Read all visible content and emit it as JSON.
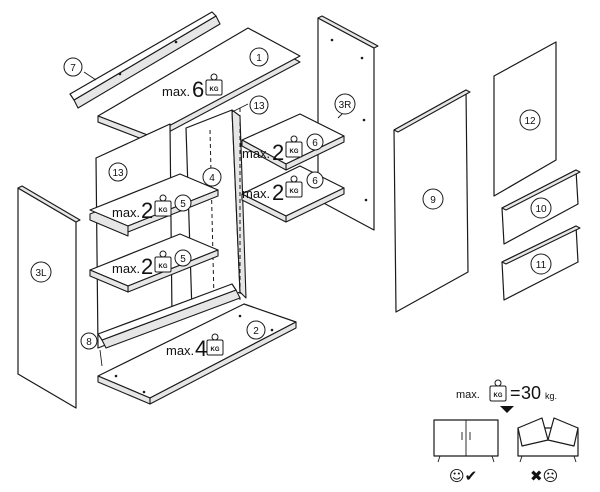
{
  "parts": {
    "p1": "1",
    "p2": "2",
    "p3l": "3L",
    "p3r": "3R",
    "p4": "4",
    "p5a": "5",
    "p5b": "5",
    "p6a": "6",
    "p6b": "6",
    "p7": "7",
    "p8": "8",
    "p9": "9",
    "p10": "10",
    "p11": "11",
    "p12": "12",
    "p13a": "13",
    "p13b": "13"
  },
  "loads": {
    "max_prefix": "max.",
    "top": "6",
    "shelf_right_upper": "2",
    "shelf_right_lower": "2",
    "shelf_left_upper": "2",
    "shelf_left_lower": "2",
    "bottom": "4",
    "kg_label": "KG"
  },
  "note": {
    "prefix": "max.",
    "equals": "=",
    "total": "30",
    "unit": "kg.",
    "ok_symbol": "☺✔",
    "bad_symbol": "✖☹"
  }
}
